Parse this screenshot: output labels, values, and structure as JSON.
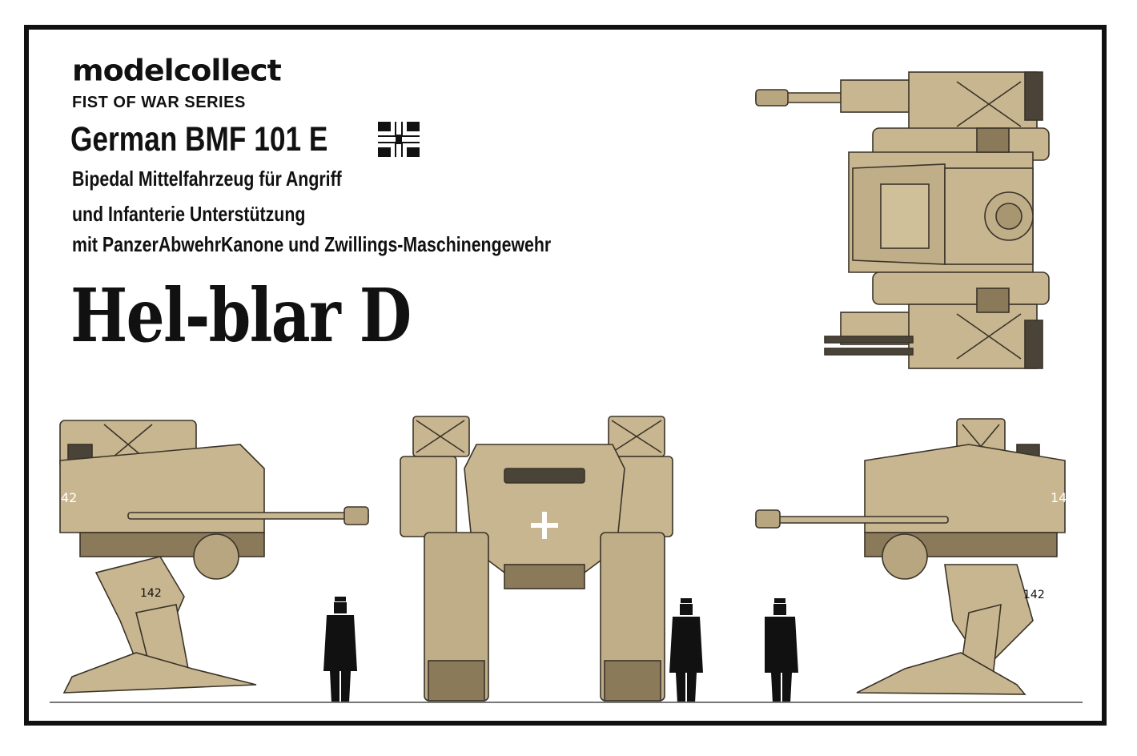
{
  "brand": "modelcollect",
  "series": "FIST OF WAR SERIES",
  "model_title": "German BMF 101 E",
  "subtitle_lines": [
    "Bipedal Mittelfahrzeug für Angriff",
    "und Infanterie Unterstützung",
    "mit PanzerAbwehrKanone und Zwillings-Maschinengewehr"
  ],
  "vehicle_name": "Hel-blar D",
  "markings": {
    "hull_number": "142",
    "side_number_left": "42",
    "side_number_right": "14"
  },
  "colors": {
    "tan": "#c8b690",
    "tan_dark": "#a89670",
    "outline": "#3a3328",
    "frame": "#111111",
    "silhouette": "#111111"
  },
  "icons": [
    "balkenkreuz-icon"
  ]
}
